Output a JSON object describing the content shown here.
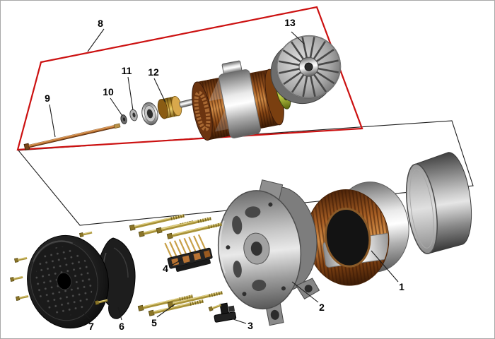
{
  "diagram": {
    "callouts": [
      {
        "label": "1"
      },
      {
        "label": "2"
      },
      {
        "label": "3"
      },
      {
        "label": "4"
      },
      {
        "label": "5"
      },
      {
        "label": "6"
      },
      {
        "label": "7"
      },
      {
        "label": "8"
      },
      {
        "label": "9"
      },
      {
        "label": "10"
      },
      {
        "label": "11"
      },
      {
        "label": "12"
      },
      {
        "label": "13"
      }
    ],
    "colors": {
      "highlight_frame": "#cc1111",
      "outline": "#1f1f1f",
      "background": "#ffffff"
    }
  }
}
